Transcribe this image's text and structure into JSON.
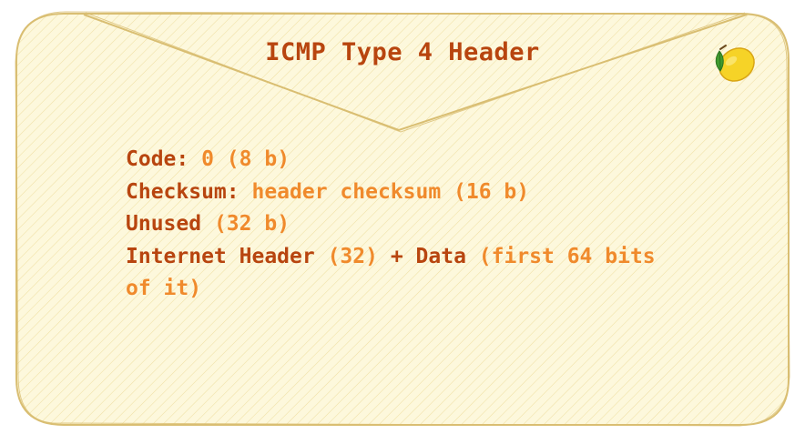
{
  "card": {
    "title": "ICMP Type 4 Header",
    "colors": {
      "fill": "#fdf8dc",
      "hatch": "#efe0a4",
      "border": "#d9be72",
      "key_text": "#b8450f",
      "value_text": "#f08a2c"
    },
    "icon": "lemon-icon"
  },
  "fields": [
    {
      "key": "Code:",
      "value": "0 (8 b)"
    },
    {
      "key": "Checksum:",
      "value": "header checksum (16 b)"
    },
    {
      "key": "Unused",
      "value": "(32 b)"
    },
    {
      "key": "Internet Header",
      "value": "(32)",
      "key2": "+ Data",
      "value2": "(first 64 bits"
    },
    {
      "value": "of it)"
    }
  ]
}
